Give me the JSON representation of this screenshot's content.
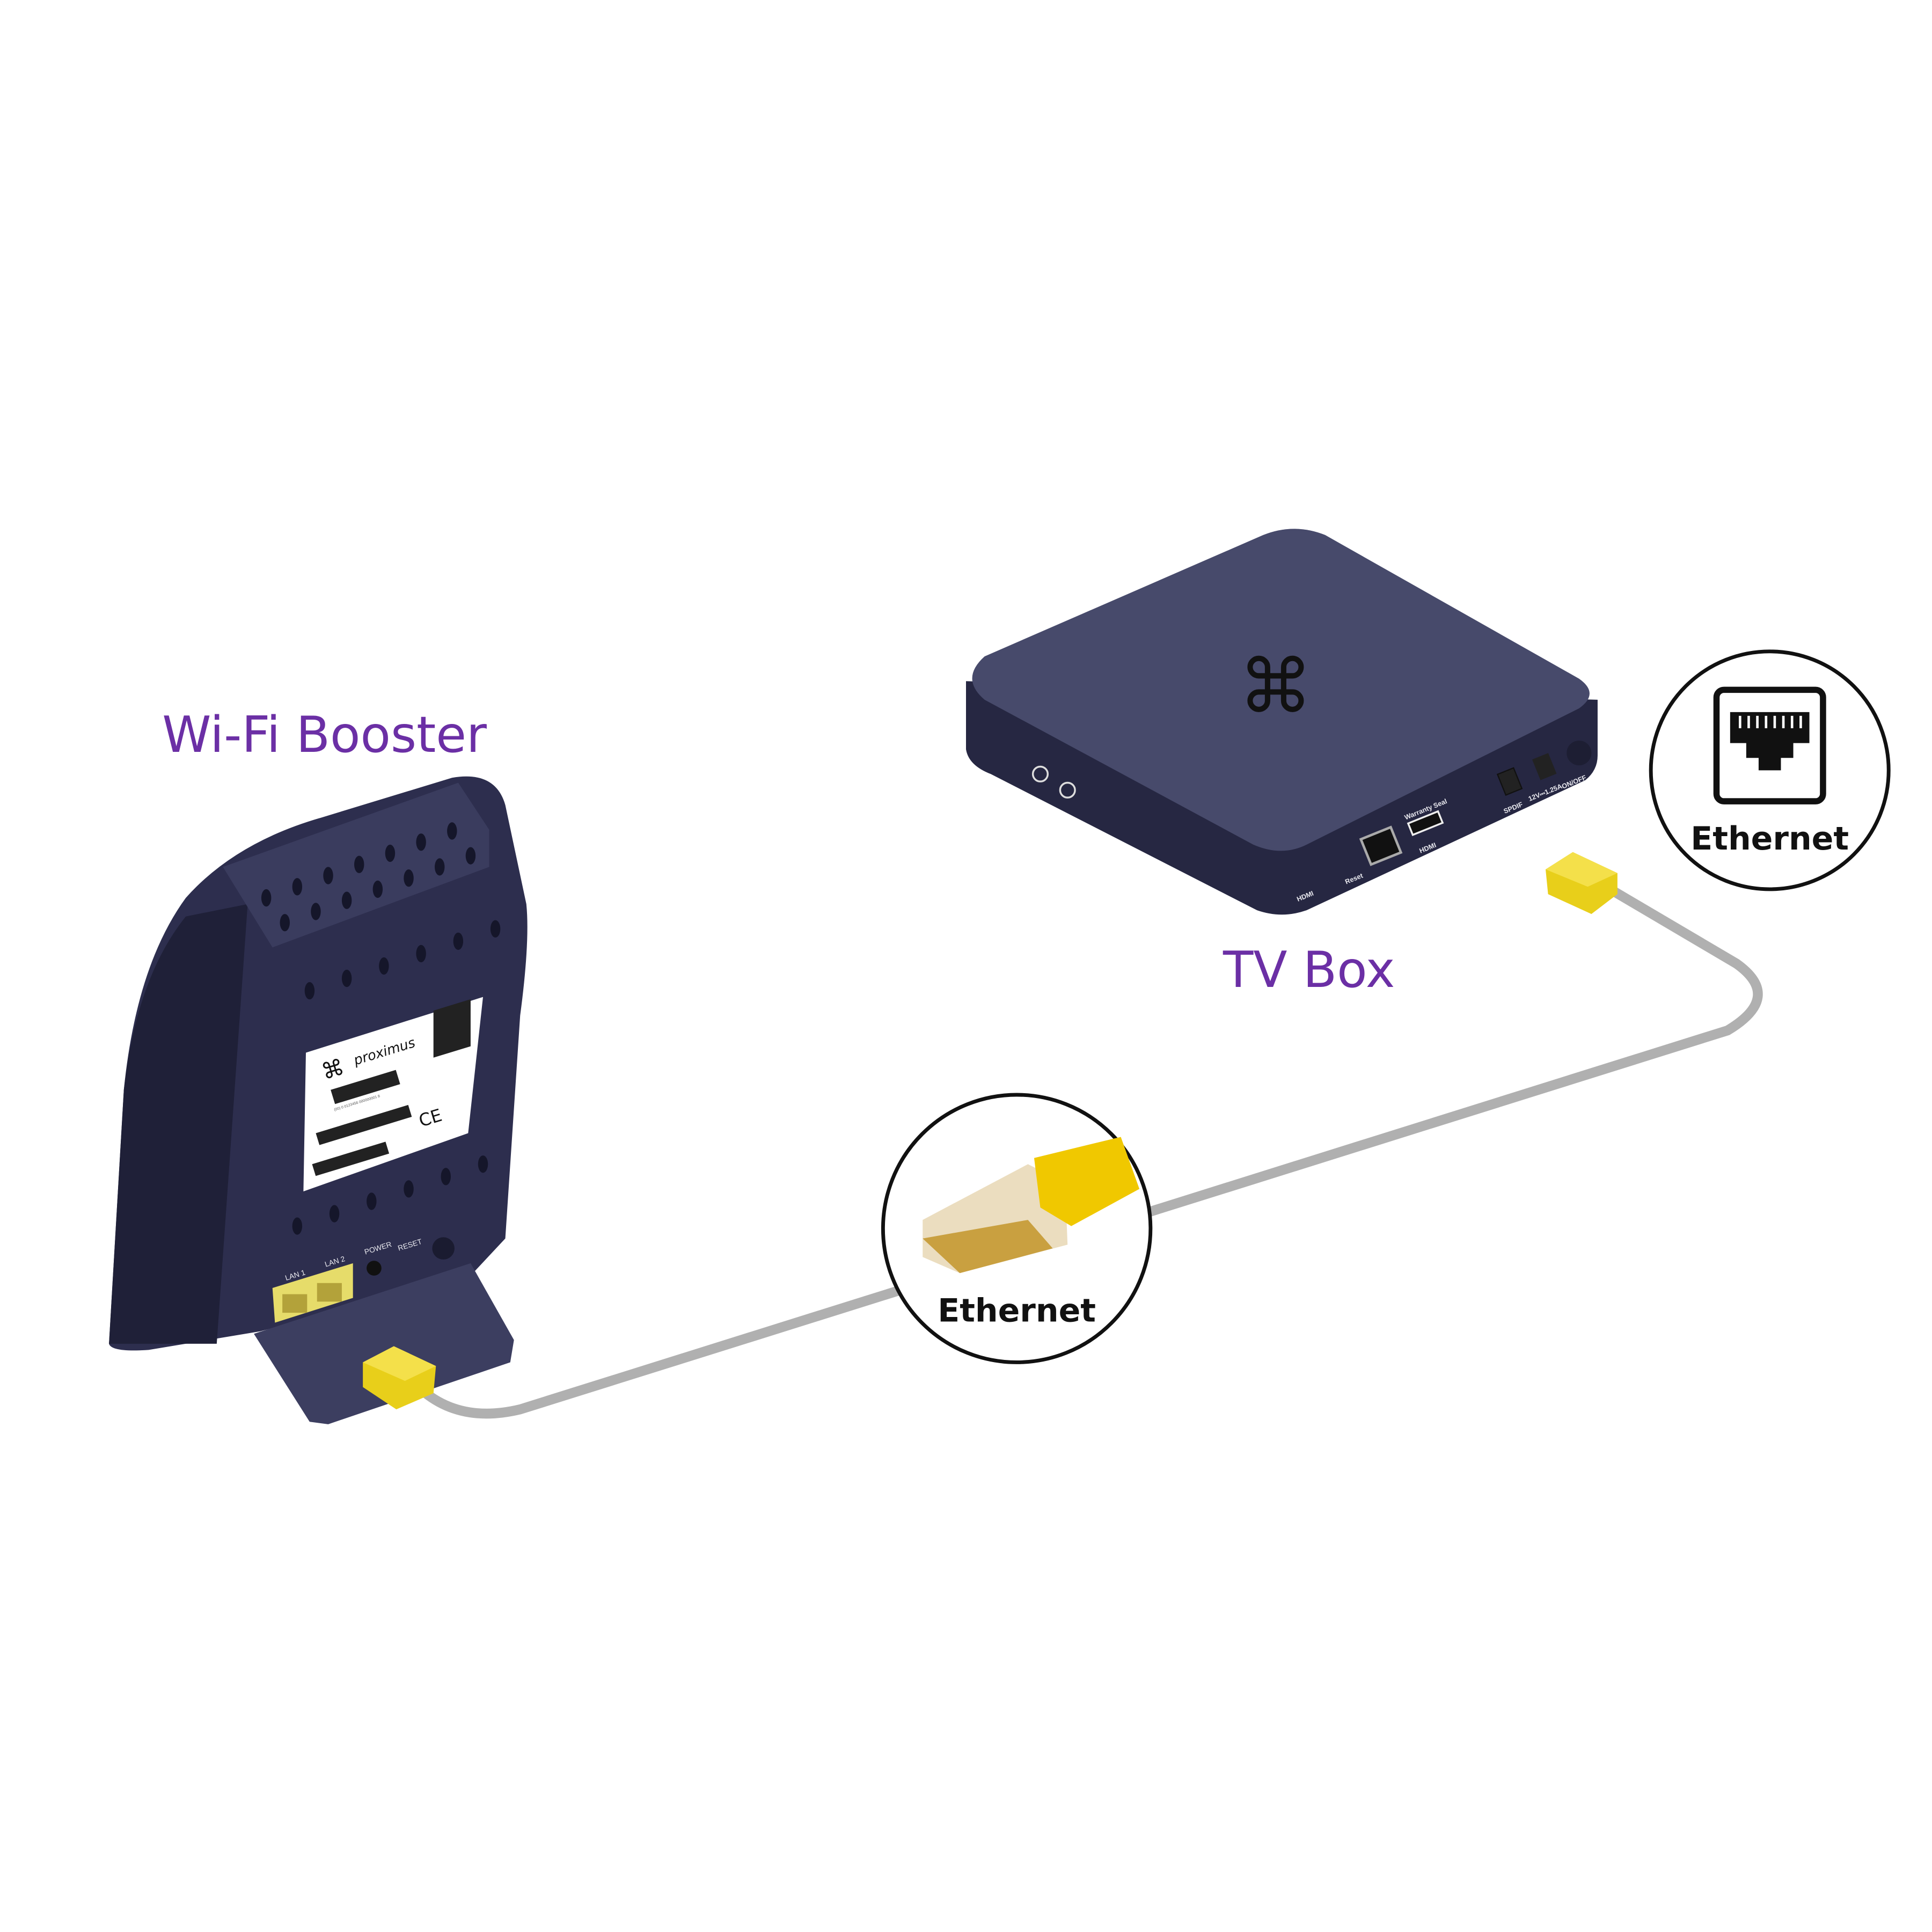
{
  "labels": {
    "booster": "Wi-Fi Booster",
    "tv_box": "TV Box"
  },
  "callouts": {
    "cable": "Ethernet",
    "port": "Ethernet"
  },
  "booster": {
    "brand": "proximus",
    "barcode_text": "(00) 0 0123456 000000001 8",
    "ce_mark": "CE",
    "ports": {
      "lan1": "LAN 1",
      "lan2": "LAN 2",
      "power": "POWER",
      "reset": "RESET"
    }
  },
  "tv_box": {
    "hdmi_logo": "HDMI",
    "reset": "Reset",
    "warranty": "Warranty Seal",
    "hdmi": "HDMI",
    "spdif": "SPDIF",
    "power": "12V⎓1.25A",
    "onoff": "ON/OFF"
  },
  "colors": {
    "label_purple": "#6b2fa5",
    "device_navy": "#2d2e4e",
    "device_top": "#474a6b",
    "cable_gray": "#b0b0b0",
    "connector_yellow": "#e8cf1a"
  }
}
